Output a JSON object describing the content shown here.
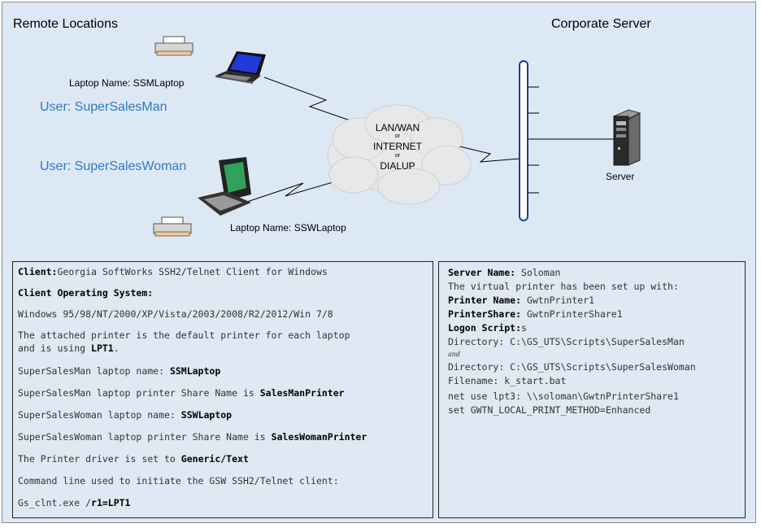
{
  "header": {
    "remote_title": "Remote Locations",
    "server_title": "Corporate Server"
  },
  "network": {
    "laptop1_label": "Laptop Name: SSMLaptop",
    "laptop2_label": "Laptop Name: SSWLaptop",
    "user1": "User: SuperSalesMan",
    "user2": "User: SuperSalesWoman",
    "cloud_lines": [
      "LAN/WAN",
      "or",
      "INTERNET",
      "or",
      "DIALUP"
    ],
    "server_label": "Server",
    "user_color": "#2e7bc4"
  },
  "client_box": {
    "client_label": "Client:",
    "client_value": "Georgia SoftWorks SSH2/Telnet Client for Windows",
    "os_label": "Client Operating System:",
    "os_value": "Windows 95/98/NT/2000/XP/Vista/2003/2008/R2/2012/Win 7/8",
    "printer_line1": "The attached printer is the default printer for each laptop",
    "printer_line2_pre": "and is using ",
    "printer_line2_bold": "LPT1",
    "printer_line2_post": ".",
    "ssm_name_pre": "SuperSalesMan laptop name: ",
    "ssm_name_bold": "SSMLaptop",
    "ssm_share_pre": "SuperSalesMan laptop printer Share Name is ",
    "ssm_share_bold": "SalesManPrinter",
    "ssw_name_pre": "SuperSalesWoman laptop name: ",
    "ssw_name_bold": "SSWLaptop",
    "ssw_share_pre": "SuperSalesWoman laptop printer Share Name is ",
    "ssw_share_bold": "SalesWomanPrinter",
    "driver_pre": "The Printer driver is set to ",
    "driver_bold": "Generic/Text",
    "cmd_line": "Command line used to initiate the GSW SSH2/Telnet client:",
    "exe_pre": "Gs_clnt.exe /",
    "exe_bold": "r1=LPT1"
  },
  "server_box": {
    "server_name_label": "Server Name:",
    "server_name_value": " Soloman",
    "virtual_line": "The virtual printer has been set up with:",
    "printer_name_label": "Printer Name:",
    "printer_name_value": " GwtnPrinter1",
    "printer_share_label": "PrinterShare:",
    "printer_share_value": " GwtnPrinterShare1",
    "logon_label": "Logon Script:",
    "logon_value": "s",
    "dir1": "Directory: C:\\GS_UTS\\Scripts\\SuperSalesMan",
    "and_text": "and",
    "dir2": "Directory: C:\\GS_UTS\\Scripts\\SuperSalesWoman",
    "filename": "Filename: k_start.bat",
    "net_use": "net use lpt3: \\\\soloman\\GwtnPrinterShare1",
    "set_method": "set GWTN_LOCAL_PRINT_METHOD=Enhanced"
  }
}
